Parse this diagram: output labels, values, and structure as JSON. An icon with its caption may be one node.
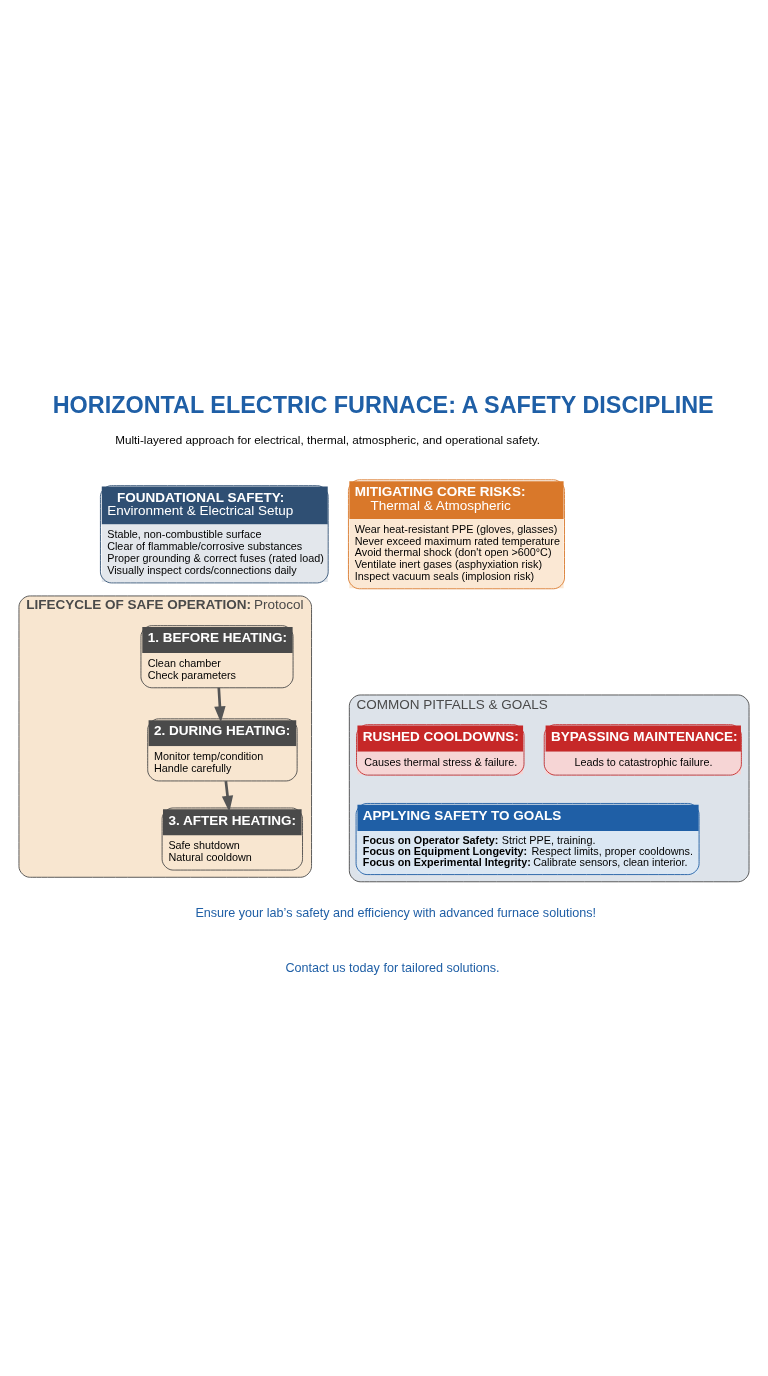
{
  "diagram": {
    "title": "HORIZONTAL ELECTRIC FURNACE: A SAFETY DISCIPLINE",
    "nodes": [
      {
        "text": [
          "FOUNDATIONAL SAFETY:",
          "Environment & Electrical Setup",
          "Stable, non-combustible surface",
          "Clear of flammable/corrosive substances",
          "Proper grounding & correct fuses (rated load)",
          "Visually inspect cords/connections daily"
        ]
      },
      {
        "text": [
          "MITIGATING CORE RISKS:",
          "Thermal & Atmospheric",
          "Wear heat-resistant PPE (gloves, glasses)",
          "Never exceed maximum rated temperature",
          "Avoid thermal shock (don't open >600°C)",
          "Ventilate inert gases (asphyxiation risk)",
          "Inspect vacuum seals (implosion risk)"
        ]
      },
      {
        "text": [
          "**LIFECYCLE OF SAFE OPERATION:** Protocol"
        ]
      },
      {
        "text": [
          "1. BEFORE HEATING:",
          "Clean chamber",
          "Check parameters"
        ],
        "in": 2
      },
      {
        "text": [
          "2. DURING HEATING:",
          "Monitor temp/condition",
          "Handle carefully"
        ],
        "in": 2
      },
      {
        "text": [
          "3. AFTER HEATING:",
          "Safe shutdown",
          "Natural cooldown"
        ],
        "in": 2
      },
      {
        "text": [
          "COMMON PITFALLS & GOALS"
        ]
      },
      {
        "text": [
          "RUSHED COOLDOWNS:",
          "Causes thermal stress & failure."
        ],
        "in": 6
      },
      {
        "text": [
          "BYPASSING MAINTENANCE:",
          "Leads to catastrophic failure."
        ],
        "in": 6
      },
      {
        "text": [
          "APPLYING SAFETY TO GOALS",
          "**Focus on Operator Safety:** Strict PPE, training.",
          "**Focus on Equipment Longevity:** Respect limits, proper cooldowns.",
          "**Focus on Experimental Integrity:** Calibrate sensors, clean interior."
        ],
        "in": 6
      }
    ],
    "edges": [
      {
        "from": 3,
        "to": 4,
        "arrow": "to"
      },
      {
        "from": 4,
        "to": 5,
        "arrow": "to"
      }
    ],
    "labels": [
      "Multi-layered approach for electrical, thermal, atmospheric, and operational safety.",
      "Ensure your lab’s safety and efficiency with advanced furnace solutions!",
      "Contact us today for tailored solutions."
    ]
  }
}
